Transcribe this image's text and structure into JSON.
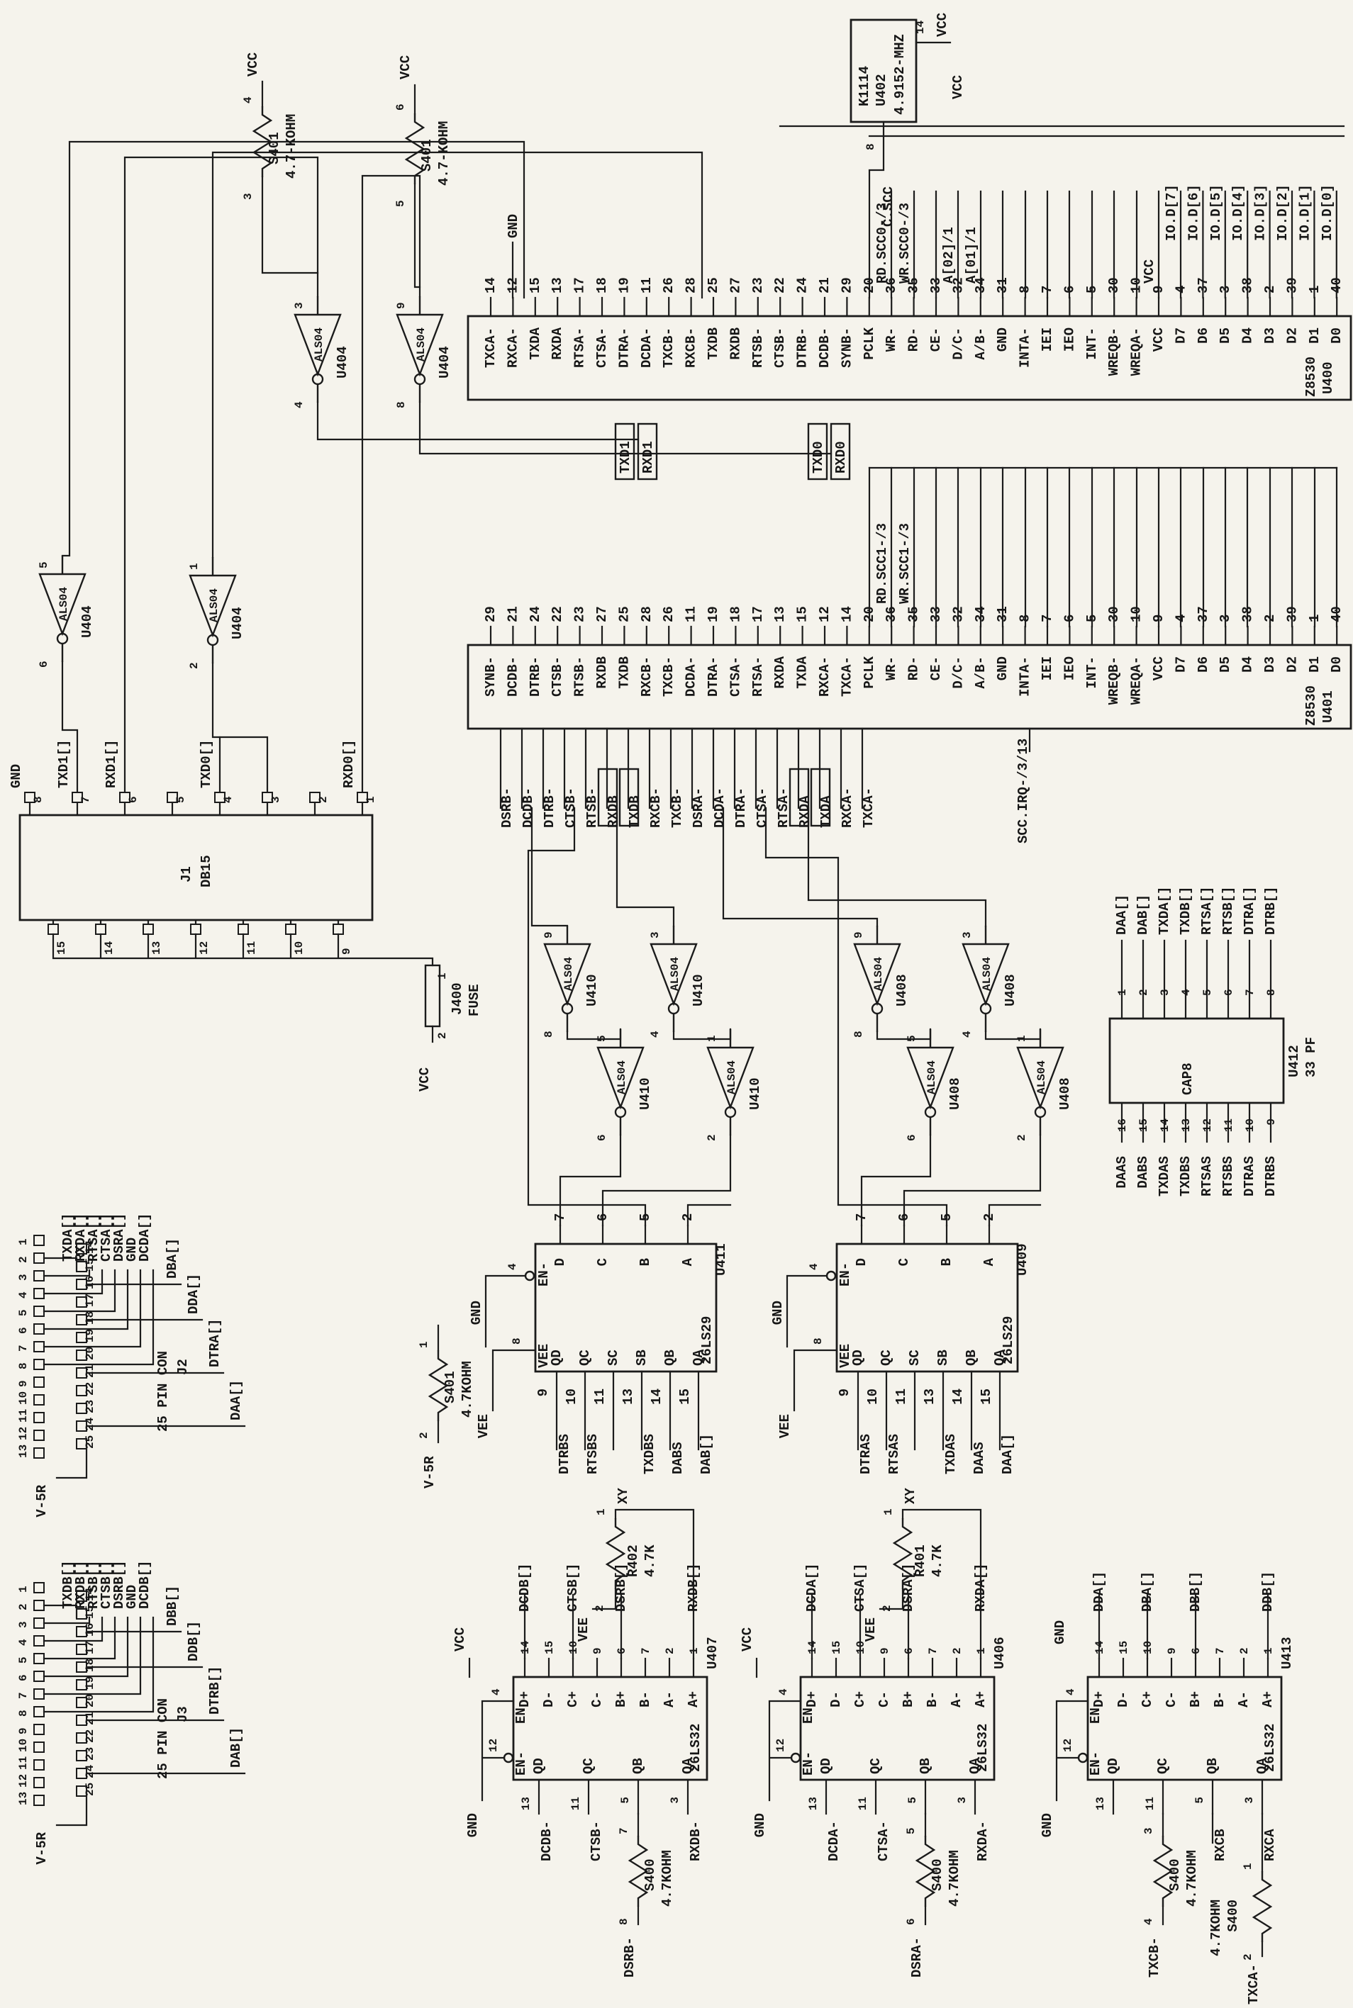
{
  "osc": {
    "ref": "U402",
    "part": "K1114",
    "value": "4.9152-MHZ",
    "pin_vcc": "14",
    "net_vcc": "VCC",
    "pin_out": "8",
    "net_out": "C.SCC"
  },
  "u400": {
    "ref": "U400",
    "part": "Z8530",
    "pins": [
      {
        "num": "14",
        "name": "TXCA-"
      },
      {
        "num": "12",
        "name": "RXCA-"
      },
      {
        "num": "15",
        "name": "TXDA"
      },
      {
        "num": "13",
        "name": "RXDA"
      },
      {
        "num": "17",
        "name": "RTSA-"
      },
      {
        "num": "18",
        "name": "CTSA-"
      },
      {
        "num": "19",
        "name": "DTRA-"
      },
      {
        "num": "11",
        "name": "DCDA-"
      },
      {
        "num": "26",
        "name": "TXCB-"
      },
      {
        "num": "28",
        "name": "RXCB-"
      },
      {
        "num": "25",
        "name": "TXDB"
      },
      {
        "num": "27",
        "name": "RXDB"
      },
      {
        "num": "23",
        "name": "RTSB-"
      },
      {
        "num": "22",
        "name": "CTSB-"
      },
      {
        "num": "24",
        "name": "DTRB-"
      },
      {
        "num": "21",
        "name": "DCDB-"
      },
      {
        "num": "29",
        "name": "SYNB-"
      },
      {
        "num": "20",
        "name": "PCLK"
      },
      {
        "num": "36",
        "name": "WR-"
      },
      {
        "num": "35",
        "name": "RD-"
      },
      {
        "num": "33",
        "name": "CE-"
      },
      {
        "num": "32",
        "name": "D/C-"
      },
      {
        "num": "34",
        "name": "A/B-"
      },
      {
        "num": "31",
        "name": "GND"
      },
      {
        "num": "8",
        "name": "INTA-"
      },
      {
        "num": "7",
        "name": "IEI"
      },
      {
        "num": "6",
        "name": "IEO"
      },
      {
        "num": "5",
        "name": "INT-"
      },
      {
        "num": "30",
        "name": "WREQB-"
      },
      {
        "num": "10",
        "name": "WREQA-"
      },
      {
        "num": "9",
        "name": "VCC"
      },
      {
        "num": "4",
        "name": "D7"
      },
      {
        "num": "37",
        "name": "D6"
      },
      {
        "num": "3",
        "name": "D5"
      },
      {
        "num": "38",
        "name": "D4"
      },
      {
        "num": "2",
        "name": "D3"
      },
      {
        "num": "39",
        "name": "D2"
      },
      {
        "num": "1",
        "name": "D1"
      },
      {
        "num": "40",
        "name": "D0"
      }
    ],
    "bus": [
      "IO.D[7]",
      "IO.D[6]",
      "IO.D[5]",
      "IO.D[4]",
      "IO.D[3]",
      "IO.D[2]",
      "IO.D[1]",
      "IO.D[0]"
    ],
    "labels": {
      "rd": "RD.SCC0-/3",
      "wr": "WR.SCC0-/3",
      "a2": "A[02]/1",
      "a1": "A[01]/1",
      "vcc": "VCC",
      "gnd": "GND"
    }
  },
  "u401": {
    "ref": "U401",
    "part": "Z8530",
    "pins": [
      {
        "num": "29",
        "name": "SYNB-"
      },
      {
        "num": "21",
        "name": "DCDB-"
      },
      {
        "num": "24",
        "name": "DTRB-"
      },
      {
        "num": "22",
        "name": "CTSB-"
      },
      {
        "num": "23",
        "name": "RTSB-"
      },
      {
        "num": "27",
        "name": "RXDB"
      },
      {
        "num": "25",
        "name": "TXDB"
      },
      {
        "num": "28",
        "name": "RXCB-"
      },
      {
        "num": "26",
        "name": "TXCB-"
      },
      {
        "num": "11",
        "name": "DCDA-"
      },
      {
        "num": "19",
        "name": "DTRA-"
      },
      {
        "num": "18",
        "name": "CTSA-"
      },
      {
        "num": "17",
        "name": "RTSA-"
      },
      {
        "num": "13",
        "name": "RXDA"
      },
      {
        "num": "15",
        "name": "TXDA"
      },
      {
        "num": "12",
        "name": "RXCA-"
      },
      {
        "num": "14",
        "name": "TXCA-"
      },
      {
        "num": "20",
        "name": "PCLK"
      },
      {
        "num": "36",
        "name": "WR-"
      },
      {
        "num": "35",
        "name": "RD-"
      },
      {
        "num": "33",
        "name": "CE-"
      },
      {
        "num": "32",
        "name": "D/C-"
      },
      {
        "num": "34",
        "name": "A/B-"
      },
      {
        "num": "31",
        "name": "GND"
      },
      {
        "num": "8",
        "name": "INTA-"
      },
      {
        "num": "7",
        "name": "IEI"
      },
      {
        "num": "6",
        "name": "IEO"
      },
      {
        "num": "5",
        "name": "INT-"
      },
      {
        "num": "30",
        "name": "WREQB-"
      },
      {
        "num": "10",
        "name": "WREQA-"
      },
      {
        "num": "9",
        "name": "VCC"
      },
      {
        "num": "4",
        "name": "D7"
      },
      {
        "num": "37",
        "name": "D6"
      },
      {
        "num": "3",
        "name": "D5"
      },
      {
        "num": "38",
        "name": "D4"
      },
      {
        "num": "2",
        "name": "D3"
      },
      {
        "num": "39",
        "name": "D2"
      },
      {
        "num": "1",
        "name": "D1"
      },
      {
        "num": "40",
        "name": "D0"
      }
    ],
    "labels": {
      "rd": "RD.SCC1-/3",
      "wr": "WR.SCC1-/3"
    },
    "bottom_nets": [
      "DSRB-",
      "DCDB-",
      "DTRB-",
      "CTSB-",
      "RTSB-",
      "RXDB",
      "TXDB",
      "RXCB-",
      "TXCB-",
      "DSRA-",
      "DCDA-",
      "DTRA-",
      "CTSA-",
      "RTSA-",
      "RXDA",
      "TXDA",
      "RXCA-",
      "TXCA-"
    ],
    "irq": "SCC.IRQ-/3/13"
  },
  "inv404": {
    "ref": "U404",
    "part": "ALS04",
    "items": [
      {
        "i": "3",
        "o": "4"
      },
      {
        "i": "9",
        "o": "8"
      },
      {
        "i": "5",
        "o": "6"
      },
      {
        "i": "1",
        "o": "2"
      }
    ]
  },
  "inv410": {
    "ref": "U410",
    "part": "ALS04",
    "items": [
      {
        "i": "9",
        "o": "8"
      },
      {
        "i": "3",
        "o": "4"
      },
      {
        "i": "5",
        "o": "6"
      },
      {
        "i": "1",
        "o": "2"
      }
    ]
  },
  "inv408": {
    "ref": "U408",
    "part": "ALS04",
    "items": [
      {
        "i": "9",
        "o": "8"
      },
      {
        "i": "3",
        "o": "4"
      },
      {
        "i": "5",
        "o": "6"
      },
      {
        "i": "1",
        "o": "2"
      }
    ]
  },
  "r401a": {
    "ref": "S401",
    "value": "4.7-KOHM",
    "p1": "4",
    "p2": "3",
    "net": "VCC"
  },
  "r401b": {
    "ref": "S401",
    "value": "4.7-KOHM",
    "p1": "6",
    "p2": "5",
    "net": "VCC"
  },
  "r401c": {
    "ref": "S401",
    "value": "4.7KOHM",
    "p1": "1",
    "p2": "2",
    "net": "V-5R"
  },
  "fuse": {
    "ref": "J400",
    "part": "FUSE",
    "p1": "1",
    "p2": "2",
    "net": "VCC"
  },
  "boxed_nets": [
    "TXD1",
    "RXD1",
    "TXD0",
    "RXD0"
  ],
  "j1": {
    "ref": "J1",
    "part": "DB15",
    "gnd": "GND",
    "top_pins": [
      "8",
      "7",
      "6",
      "5",
      "4",
      "3",
      "2",
      "1"
    ],
    "bottom_pins": [
      "15",
      "14",
      "13",
      "12",
      "11",
      "10",
      "9"
    ],
    "nets": [
      "TXD1[]",
      "RXD1[]",
      "TXD0[]",
      "RXD0[]"
    ]
  },
  "j2": {
    "ref": "J2",
    "part": "25 PIN CON",
    "vr": "V-5R",
    "left_pins": [
      "1",
      "2",
      "3",
      "4",
      "5",
      "6",
      "7",
      "8",
      "9",
      "10",
      "11",
      "12",
      "13"
    ],
    "right_pins": [
      "14",
      "15",
      "16",
      "17",
      "18",
      "19",
      "20",
      "21",
      "22",
      "23",
      "24",
      "25"
    ],
    "left_nets": [
      "TXDA[]",
      "RXDA[]",
      "RTSA[]",
      "CTSA[]",
      "DSRA[]",
      "GND",
      "DCDA[]"
    ],
    "right_nets": [
      "DBA[]",
      "DDA[]",
      "DTRA[]",
      "DAA[]"
    ]
  },
  "j3": {
    "ref": "J3",
    "part": "25 PIN CON",
    "vr": "V-5R",
    "left_pins": [
      "1",
      "2",
      "3",
      "4",
      "5",
      "6",
      "7",
      "8",
      "9",
      "10",
      "11",
      "12",
      "13"
    ],
    "right_pins": [
      "14",
      "15",
      "16",
      "17",
      "18",
      "19",
      "20",
      "21",
      "22",
      "23",
      "24",
      "25"
    ],
    "left_nets": [
      "TXDB[]",
      "RXDB[]",
      "RTSB[]",
      "CTSB[]",
      "DSRB[]",
      "GND",
      "DCDB[]"
    ],
    "right_nets": [
      "DBB[]",
      "DDB[]",
      "DTRB[]",
      "DAB[]"
    ]
  },
  "u412": {
    "ref": "U412",
    "part": "CAP8",
    "value": "33 PF",
    "top_pins": [
      {
        "num": "1",
        "net": "DAA[]"
      },
      {
        "num": "2",
        "net": "DAB[]"
      },
      {
        "num": "3",
        "net": "TXDA[]"
      },
      {
        "num": "4",
        "net": "TXDB[]"
      },
      {
        "num": "5",
        "net": "RTSA[]"
      },
      {
        "num": "6",
        "net": "RTSB[]"
      },
      {
        "num": "7",
        "net": "DTRA[]"
      },
      {
        "num": "8",
        "net": "DTRB[]"
      }
    ],
    "bottom_pins": [
      {
        "num": "16",
        "net": "DAAS"
      },
      {
        "num": "15",
        "net": "DABS"
      },
      {
        "num": "14",
        "net": "TXDAS"
      },
      {
        "num": "13",
        "net": "TXDBS"
      },
      {
        "num": "12",
        "net": "RTSAS"
      },
      {
        "num": "11",
        "net": "RTSBS"
      },
      {
        "num": "10",
        "net": "DTRAS"
      },
      {
        "num": "9",
        "net": "DTRBS"
      }
    ]
  },
  "u411": {
    "ref": "U411",
    "part": "26LS29",
    "en": "EN-",
    "en_pin": "4",
    "vee": "VEE",
    "vee_pin": "8",
    "gnd": "GND",
    "vee_net": "VEE",
    "top_pins": [
      {
        "num": "7",
        "name": "D"
      },
      {
        "num": "6",
        "name": "C"
      },
      {
        "num": "5",
        "name": "B"
      },
      {
        "num": "2",
        "name": "A"
      }
    ],
    "bottom_pins": [
      {
        "num": "9",
        "name": "QD",
        "net": "DTRBS"
      },
      {
        "num": "10",
        "name": "QC",
        "net": "RTSBS"
      },
      {
        "num": "11",
        "name": "SC"
      },
      {
        "num": "13",
        "name": "SB",
        "net": "TXDBS"
      },
      {
        "num": "14",
        "name": "QB",
        "net": "DABS"
      },
      {
        "num": "15",
        "name": "QA",
        "net": "DAB[]"
      }
    ]
  },
  "u409": {
    "ref": "U409",
    "part": "26LS29",
    "en": "EN-",
    "en_pin": "4",
    "vee": "VEE",
    "vee_pin": "8",
    "gnd": "GND",
    "vee_net": "VEE",
    "top_pins": [
      {
        "num": "7",
        "name": "D"
      },
      {
        "num": "6",
        "name": "C"
      },
      {
        "num": "5",
        "name": "B"
      },
      {
        "num": "2",
        "name": "A"
      }
    ],
    "bottom_pins": [
      {
        "num": "9",
        "name": "QD",
        "net": "DTRAS"
      },
      {
        "num": "10",
        "name": "QC",
        "net": "RTSAS"
      },
      {
        "num": "11",
        "name": "SC"
      },
      {
        "num": "13",
        "name": "SB",
        "net": "TXDAS"
      },
      {
        "num": "14",
        "name": "QB",
        "net": "DAAS"
      },
      {
        "num": "15",
        "name": "QA",
        "net": "DAA[]"
      }
    ]
  },
  "u407": {
    "ref": "U407",
    "part": "26LS32",
    "en": "EN",
    "en_pin": "4",
    "enb": "EN-",
    "enb_pin": "12",
    "vcc": "VCC",
    "gnd": "GND",
    "top_pins": [
      {
        "num": "14",
        "name": "D+",
        "net": "DCDB[]"
      },
      {
        "num": "15",
        "name": "D-"
      },
      {
        "num": "10",
        "name": "C+",
        "net": "CTSB[]"
      },
      {
        "num": "9",
        "name": "C-"
      },
      {
        "num": "6",
        "name": "B+",
        "net": "DSRB[]"
      },
      {
        "num": "7",
        "name": "B-"
      },
      {
        "num": "2",
        "name": "A-"
      },
      {
        "num": "1",
        "name": "A+",
        "net": "RXDB[]"
      }
    ],
    "bottom_pins": [
      {
        "num": "13",
        "name": "QD",
        "net": "DCDB-"
      },
      {
        "num": "11",
        "name": "QC",
        "net": "CTSB-"
      },
      {
        "num": "5",
        "name": "QB"
      },
      {
        "num": "3",
        "name": "QA",
        "net": "RXDB-"
      }
    ]
  },
  "u406": {
    "ref": "U406",
    "part": "26LS32",
    "en": "EN",
    "en_pin": "4",
    "enb": "EN-",
    "enb_pin": "12",
    "vcc": "VCC",
    "gnd": "GND",
    "top_pins": [
      {
        "num": "14",
        "name": "D+",
        "net": "DCDA[]"
      },
      {
        "num": "15",
        "name": "D-"
      },
      {
        "num": "10",
        "name": "C+",
        "net": "CTSA[]"
      },
      {
        "num": "9",
        "name": "C-"
      },
      {
        "num": "6",
        "name": "B+",
        "net": "DSRA[]"
      },
      {
        "num": "7",
        "name": "B-"
      },
      {
        "num": "2",
        "name": "A-"
      },
      {
        "num": "1",
        "name": "A+",
        "net": "RXDA[]"
      }
    ],
    "bottom_pins": [
      {
        "num": "13",
        "name": "QD",
        "net": "DCDA-"
      },
      {
        "num": "11",
        "name": "QC",
        "net": "CTSA-"
      },
      {
        "num": "5",
        "name": "QB"
      },
      {
        "num": "3",
        "name": "QA",
        "net": "RXDA-"
      }
    ]
  },
  "u413": {
    "ref": "U413",
    "part": "26LS32",
    "en": "EN",
    "en_pin": "4",
    "enb": "EN-",
    "enb_pin": "12",
    "gnd": "GND",
    "top_pins": [
      {
        "num": "14",
        "name": "D+",
        "net": "DDA[]"
      },
      {
        "num": "15",
        "name": "D-"
      },
      {
        "num": "10",
        "name": "C+",
        "net": "DBA[]"
      },
      {
        "num": "9",
        "name": "C-"
      },
      {
        "num": "6",
        "name": "B+",
        "net": "DBB[]"
      },
      {
        "num": "7",
        "name": "B-"
      },
      {
        "num": "2",
        "name": "A-"
      },
      {
        "num": "1",
        "name": "A+",
        "net": "DDB[]"
      }
    ],
    "bottom_pins": [
      {
        "num": "13",
        "name": "QD"
      },
      {
        "num": "11",
        "name": "QC"
      },
      {
        "num": "5",
        "name": "QB",
        "net": "RXCB"
      },
      {
        "num": "3",
        "name": "QA",
        "net": "RXCA"
      }
    ]
  },
  "r402": {
    "ref": "R402",
    "value": "4.7K",
    "p1": "1",
    "p2": "2",
    "vee": "VEE",
    "xy": "XY"
  },
  "r401": {
    "ref": "R401",
    "value": "4.7K",
    "p1": "1",
    "p2": "2",
    "vee": "VEE",
    "xy": "XY"
  },
  "s400": {
    "ref": "S400",
    "value": "4.7KOHM",
    "items": [
      {
        "p1": "7",
        "p2": "8",
        "net": "DSRB-"
      },
      {
        "p1": "5",
        "p2": "6",
        "net": "DSRA-"
      },
      {
        "p1": "3",
        "p2": "4",
        "net": "TXCB-"
      },
      {
        "p1": "1",
        "p2": "2",
        "net": "TXCA-"
      }
    ]
  }
}
